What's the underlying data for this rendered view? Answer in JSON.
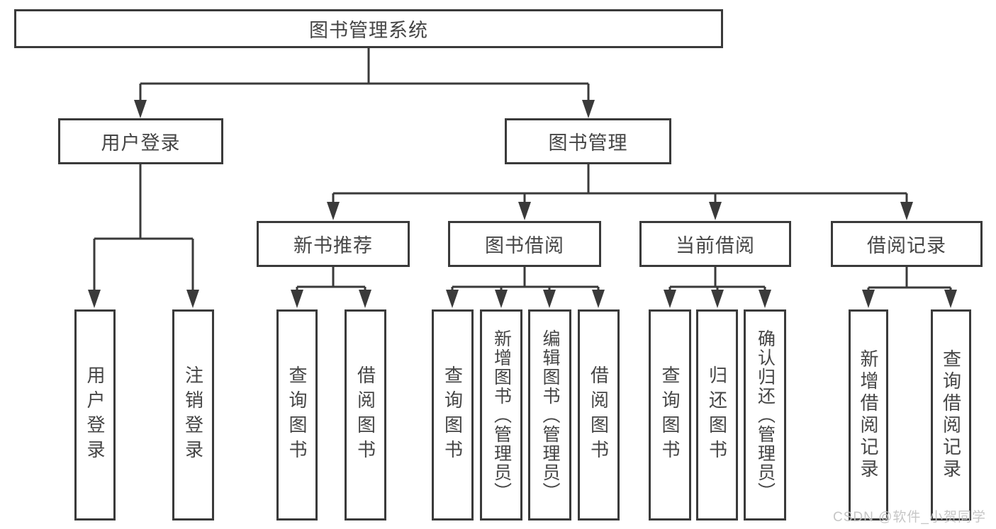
{
  "colors": {
    "line": "#3a3a3a",
    "text": "#454545",
    "watermark": "#c4c4c4",
    "background": "#ffffff"
  },
  "tree": {
    "root": {
      "label": "图书管理系统",
      "children": [
        {
          "label": "用户登录",
          "children": [
            {
              "label": "用户登录"
            },
            {
              "label": "注销登录"
            }
          ]
        },
        {
          "label": "图书管理",
          "children": [
            {
              "label": "新书推荐",
              "children": [
                {
                  "label": "查询图书"
                },
                {
                  "label": "借阅图书"
                }
              ]
            },
            {
              "label": "图书借阅",
              "children": [
                {
                  "label": "查询图书"
                },
                {
                  "label": "新增图书（管理员）"
                },
                {
                  "label": "编辑图书（管理员）"
                },
                {
                  "label": "借阅图书"
                }
              ]
            },
            {
              "label": "当前借阅",
              "children": [
                {
                  "label": "查询图书"
                },
                {
                  "label": "归还图书"
                },
                {
                  "label": "确认归还（管理员）"
                }
              ]
            },
            {
              "label": "借阅记录",
              "children": [
                {
                  "label": "新增借阅记录"
                },
                {
                  "label": "查询借阅记录"
                }
              ]
            }
          ]
        }
      ]
    }
  },
  "watermark": {
    "text": "CSDN @软件_小贺同学"
  }
}
